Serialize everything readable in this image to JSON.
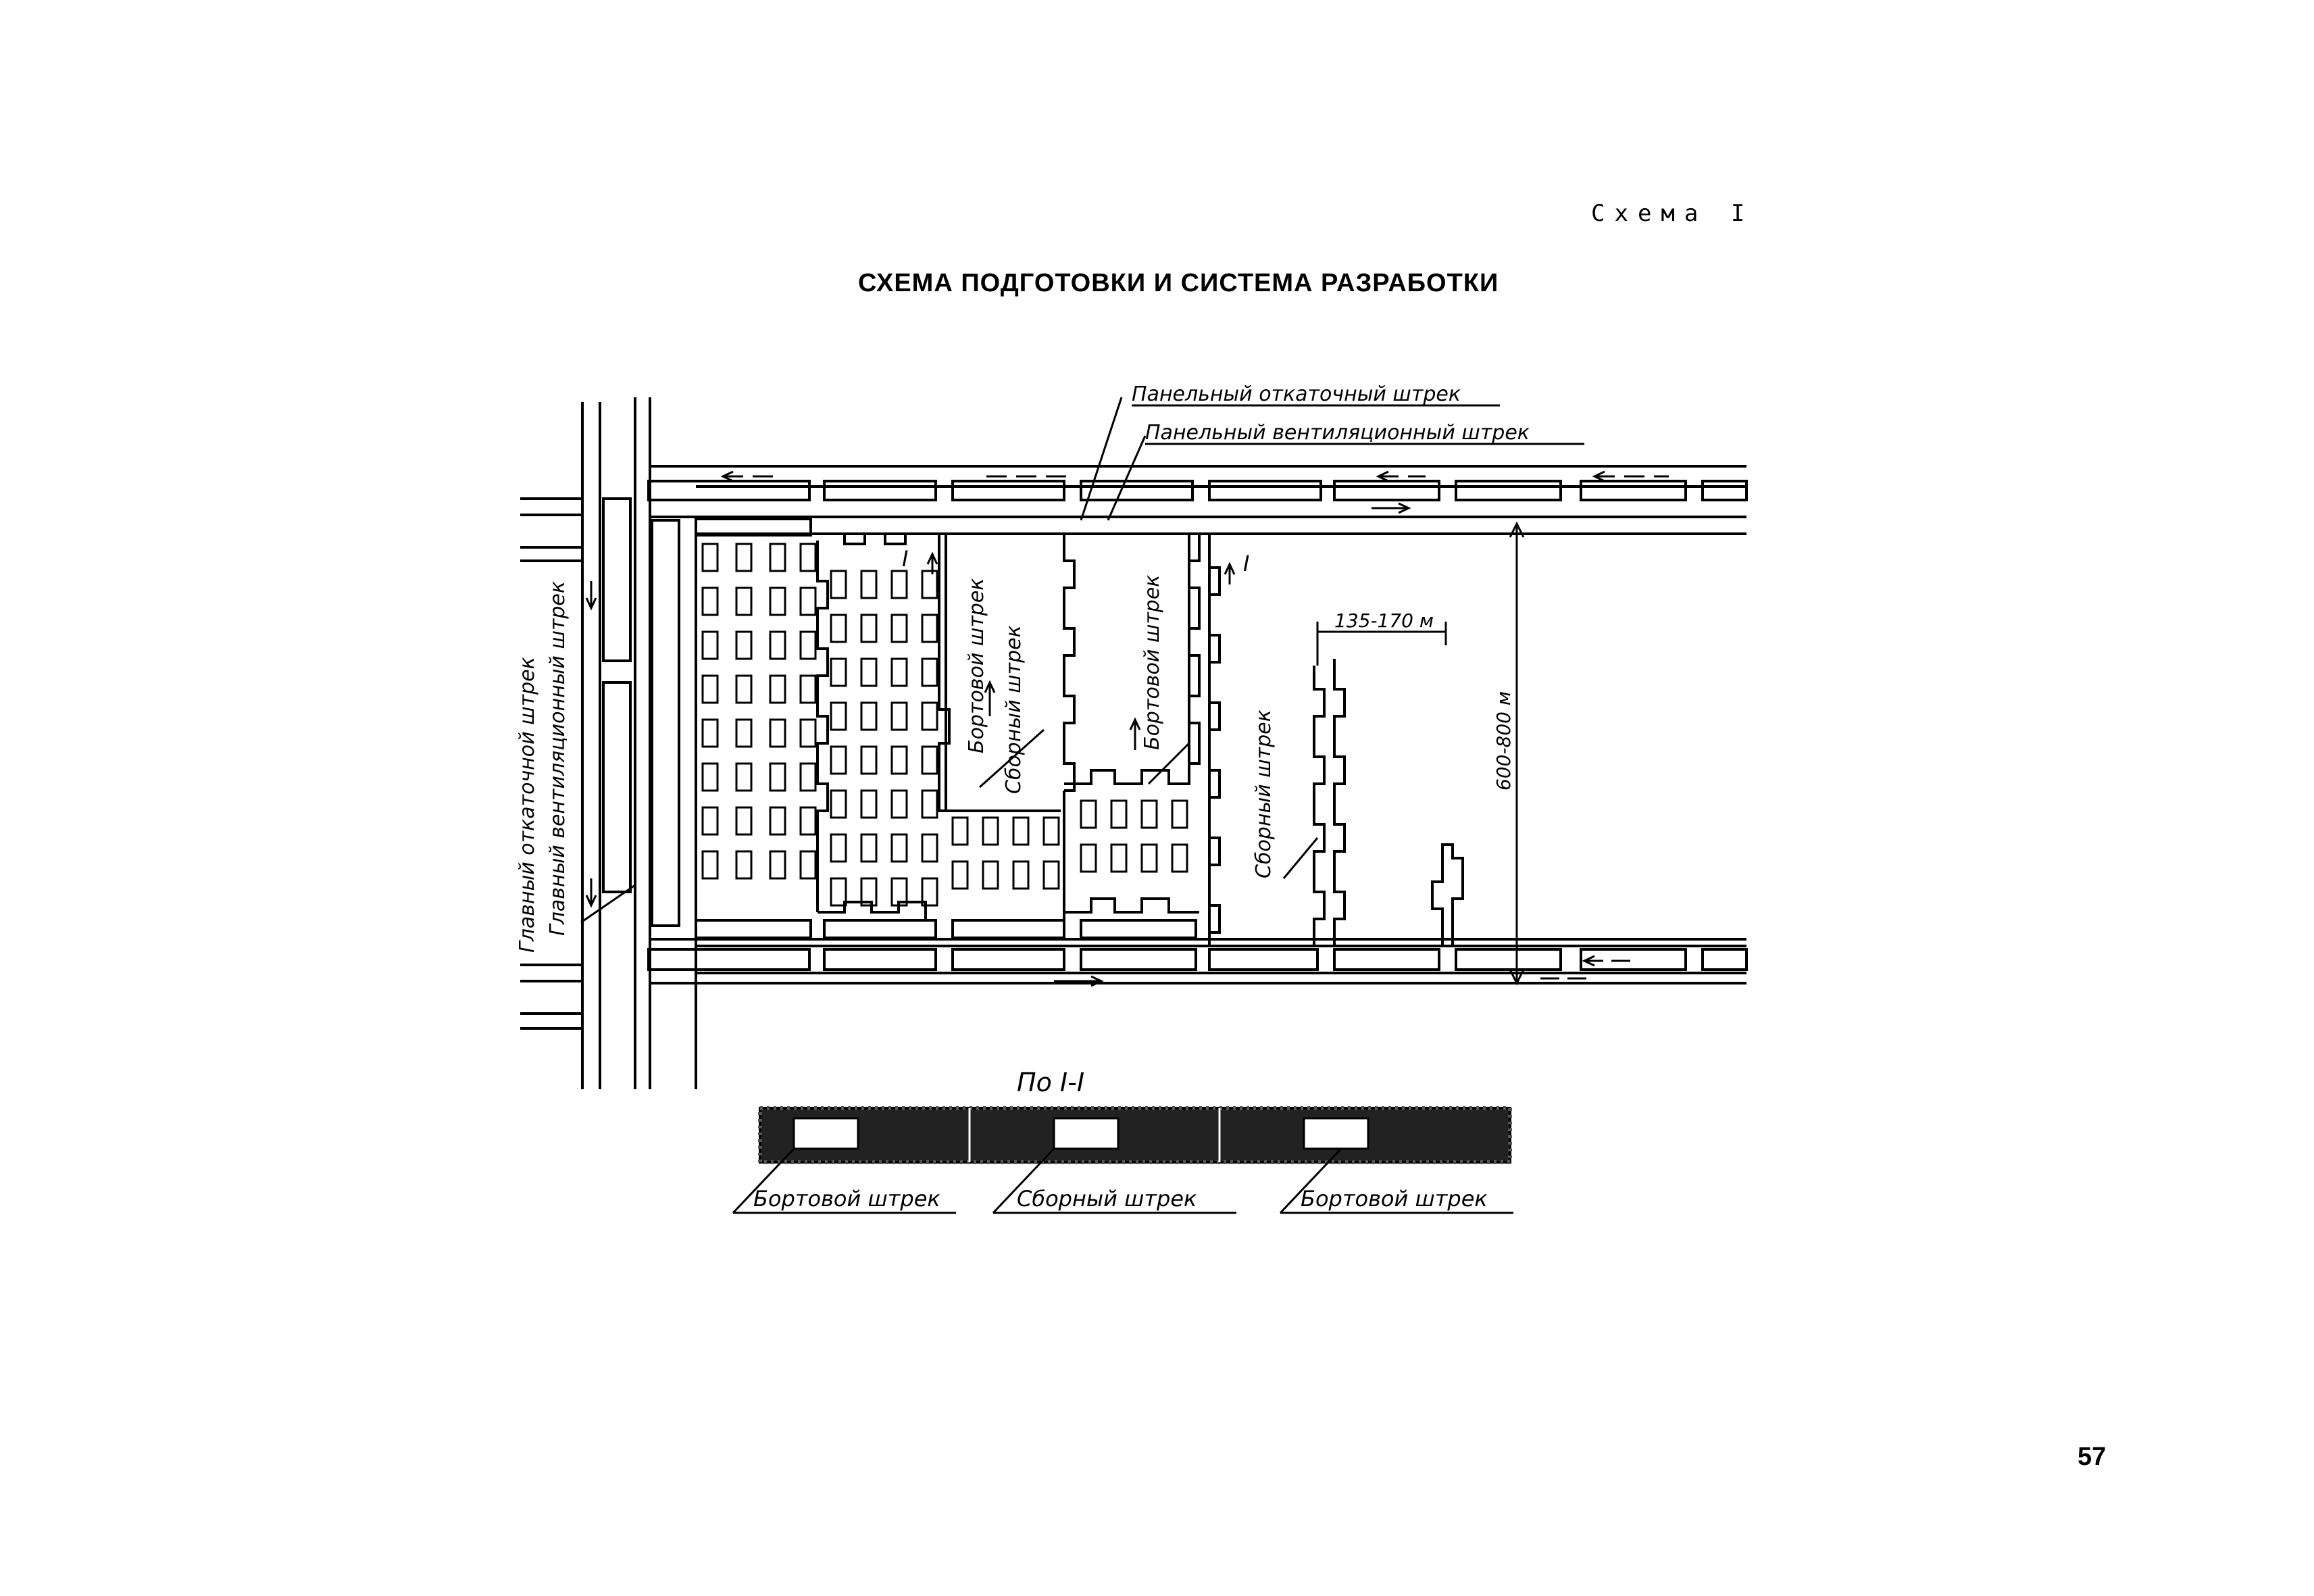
{
  "header": {
    "scheme_label": "Схема I",
    "title": "СХЕМА ПОДГОТОВКИ И СИСТЕМА РАЗРАБОТКИ"
  },
  "labels": {
    "panel_haulage_drift": "Панельный откаточный штрек",
    "panel_vent_drift": "Панельный вентиляционный штрек",
    "main_haulage_drift": "Главный откаточной штрек",
    "main_vent_drift": "Главный вентиляционный штрек",
    "side_drift_1": "Бортовой штрек",
    "gathering_drift_1": "Сборный штрек",
    "side_drift_2": "Бортовой штрек",
    "gathering_drift_2": "Сборный штрек",
    "section_mark_left": "I",
    "section_mark_right": "I",
    "dim_width": "135-170 м",
    "dim_length": "600-800 м"
  },
  "section": {
    "title": "По I-I",
    "labels": [
      "Бортовой штрек",
      "Сборный штрек",
      "Бортовой штрек"
    ]
  },
  "footer": {
    "page_number": "57"
  }
}
